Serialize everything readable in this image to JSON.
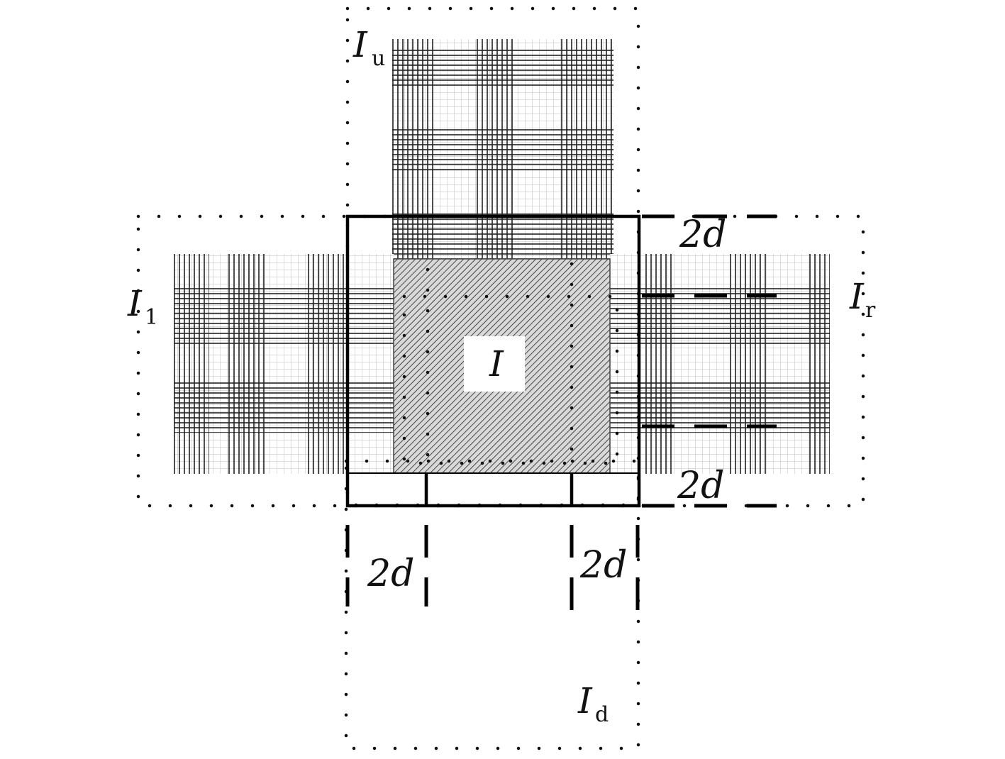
{
  "diagram": {
    "labels": {
      "center": "I",
      "up": {
        "main": "I",
        "sub": "u"
      },
      "left": {
        "main": "I",
        "sub": "1"
      },
      "right": {
        "main": "I",
        "sub": "r"
      },
      "down": {
        "main": "I",
        "sub": "d"
      }
    },
    "dimension_labels": {
      "top_right": "2d",
      "bottom_right": "2d",
      "bottom_left_gap": "2d",
      "bottom_right_gap": "2d"
    }
  }
}
